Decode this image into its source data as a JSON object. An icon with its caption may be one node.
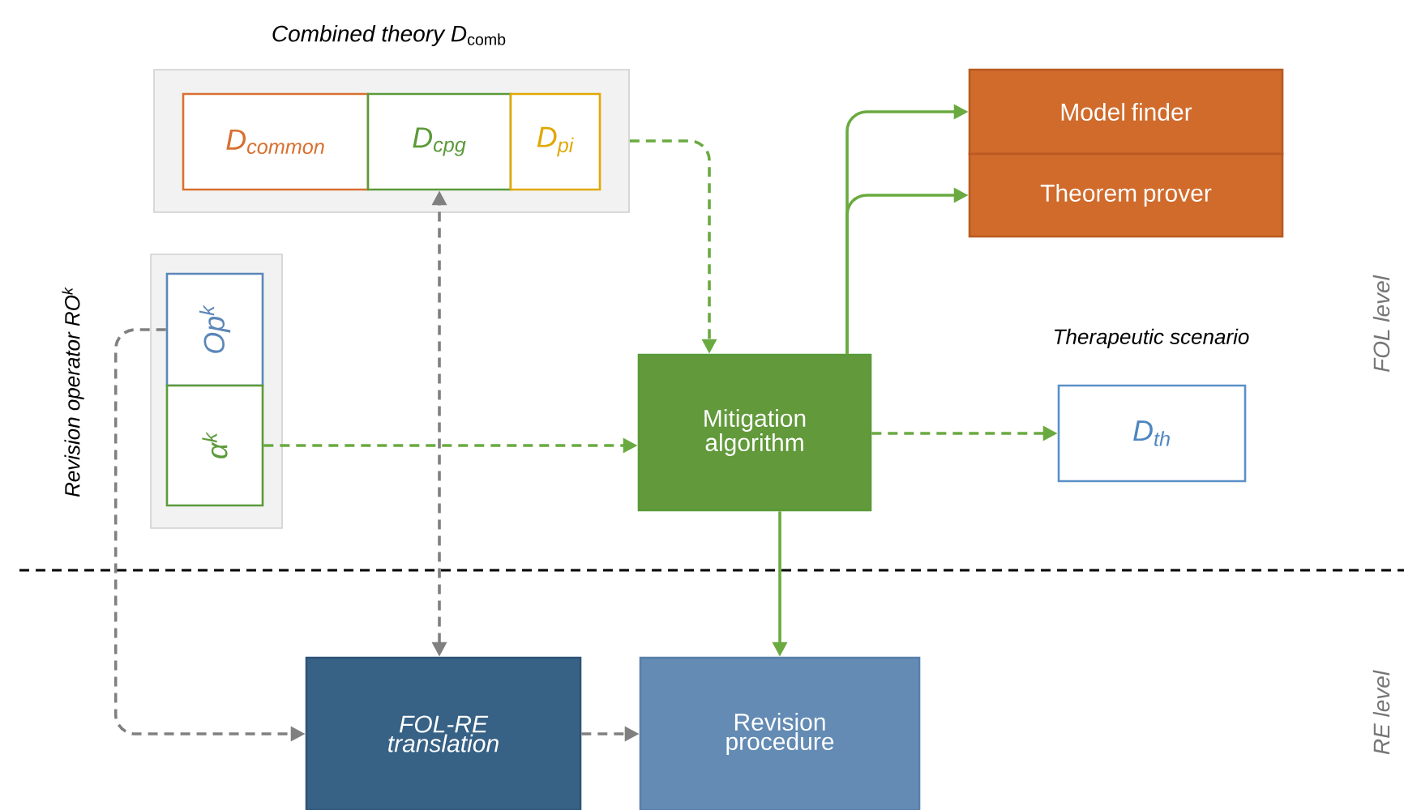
{
  "diagram": {
    "nodes": [
      {
        "text": [
          "*Combined theory D*$_{comb}$"
        ]
      },
      {
        "text": [
          "D$_{common}$"
        ],
        "in": 0
      },
      {
        "text": [
          "D$_{cpg}$"
        ],
        "in": 0
      },
      {
        "text": [
          "D$_{pi}$"
        ],
        "in": 0
      },
      {
        "text": [
          "Revision operator RO$^{k}$"
        ]
      },
      {
        "text": [
          "Op$^{k}$"
        ],
        "in": 4
      },
      {
        "text": [
          "α$^{k}$"
        ],
        "in": 4
      },
      {
        "text": [
          "Mitigation algorithm"
        ]
      },
      {
        "text": [
          "Model finder"
        ]
      },
      {
        "text": [
          "Theorem prover"
        ]
      },
      {
        "text": [
          "Therapeutic scenario",
          "D$_{th}$"
        ]
      },
      {
        "text": [
          "FOL-RE translation"
        ]
      },
      {
        "text": [
          "Revision procedure"
        ]
      }
    ],
    "edges": [
      {
        "from": 0,
        "to": 7,
        "arrow": "to",
        "style": "dashed"
      },
      {
        "from": 7,
        "to": 8,
        "arrow": "to"
      },
      {
        "from": 7,
        "to": 9,
        "arrow": "to"
      },
      {
        "from": 6,
        "to": 7,
        "arrow": "to",
        "style": "dashed"
      },
      {
        "from": 7,
        "to": 10,
        "arrow": "to",
        "style": "dashed"
      },
      {
        "from": 11,
        "to": 2,
        "arrow": "both",
        "style": "dashed",
        "color": "#808080"
      },
      {
        "from": 5,
        "to": 11,
        "arrow": "to",
        "style": "dashed",
        "color": "#808080"
      },
      {
        "from": 7,
        "to": 12,
        "arrow": "to"
      },
      {
        "from": 11,
        "to": 12,
        "arrow": "to",
        "style": "dashed",
        "color": "#808080"
      }
    ],
    "labels": [
      "FOL level",
      "RE level"
    ]
  }
}
